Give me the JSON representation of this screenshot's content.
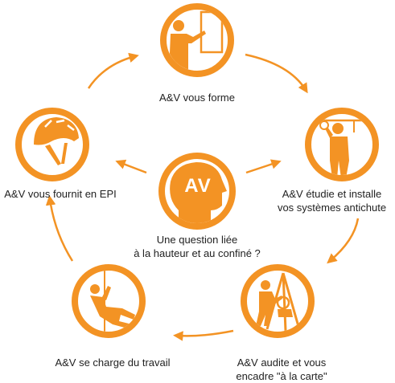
{
  "colors": {
    "accent": "#f39324",
    "text": "#222222",
    "background": "#ffffff"
  },
  "center": {
    "logo_text": "AV",
    "question_line1": "Une question liée",
    "question_line2": "à la hauteur et au confiné ?"
  },
  "cycle": [
    {
      "icon": "trainer-board-icon",
      "label_line1": "A&V vous forme",
      "label_line2": ""
    },
    {
      "icon": "lifeline-worker-icon",
      "label_line1": "A&V étudie et installe",
      "label_line2": "vos systèmes antichute"
    },
    {
      "icon": "tripod-rescue-icon",
      "label_line1": "A&V audite et vous",
      "label_line2": "encadre \"à la carte\""
    },
    {
      "icon": "rope-access-worker-icon",
      "label_line1": "A&V se charge du travail",
      "label_line2": ""
    },
    {
      "icon": "safety-helmet-icon",
      "label_line1": "A&V vous fournit en EPI",
      "label_line2": ""
    }
  ]
}
